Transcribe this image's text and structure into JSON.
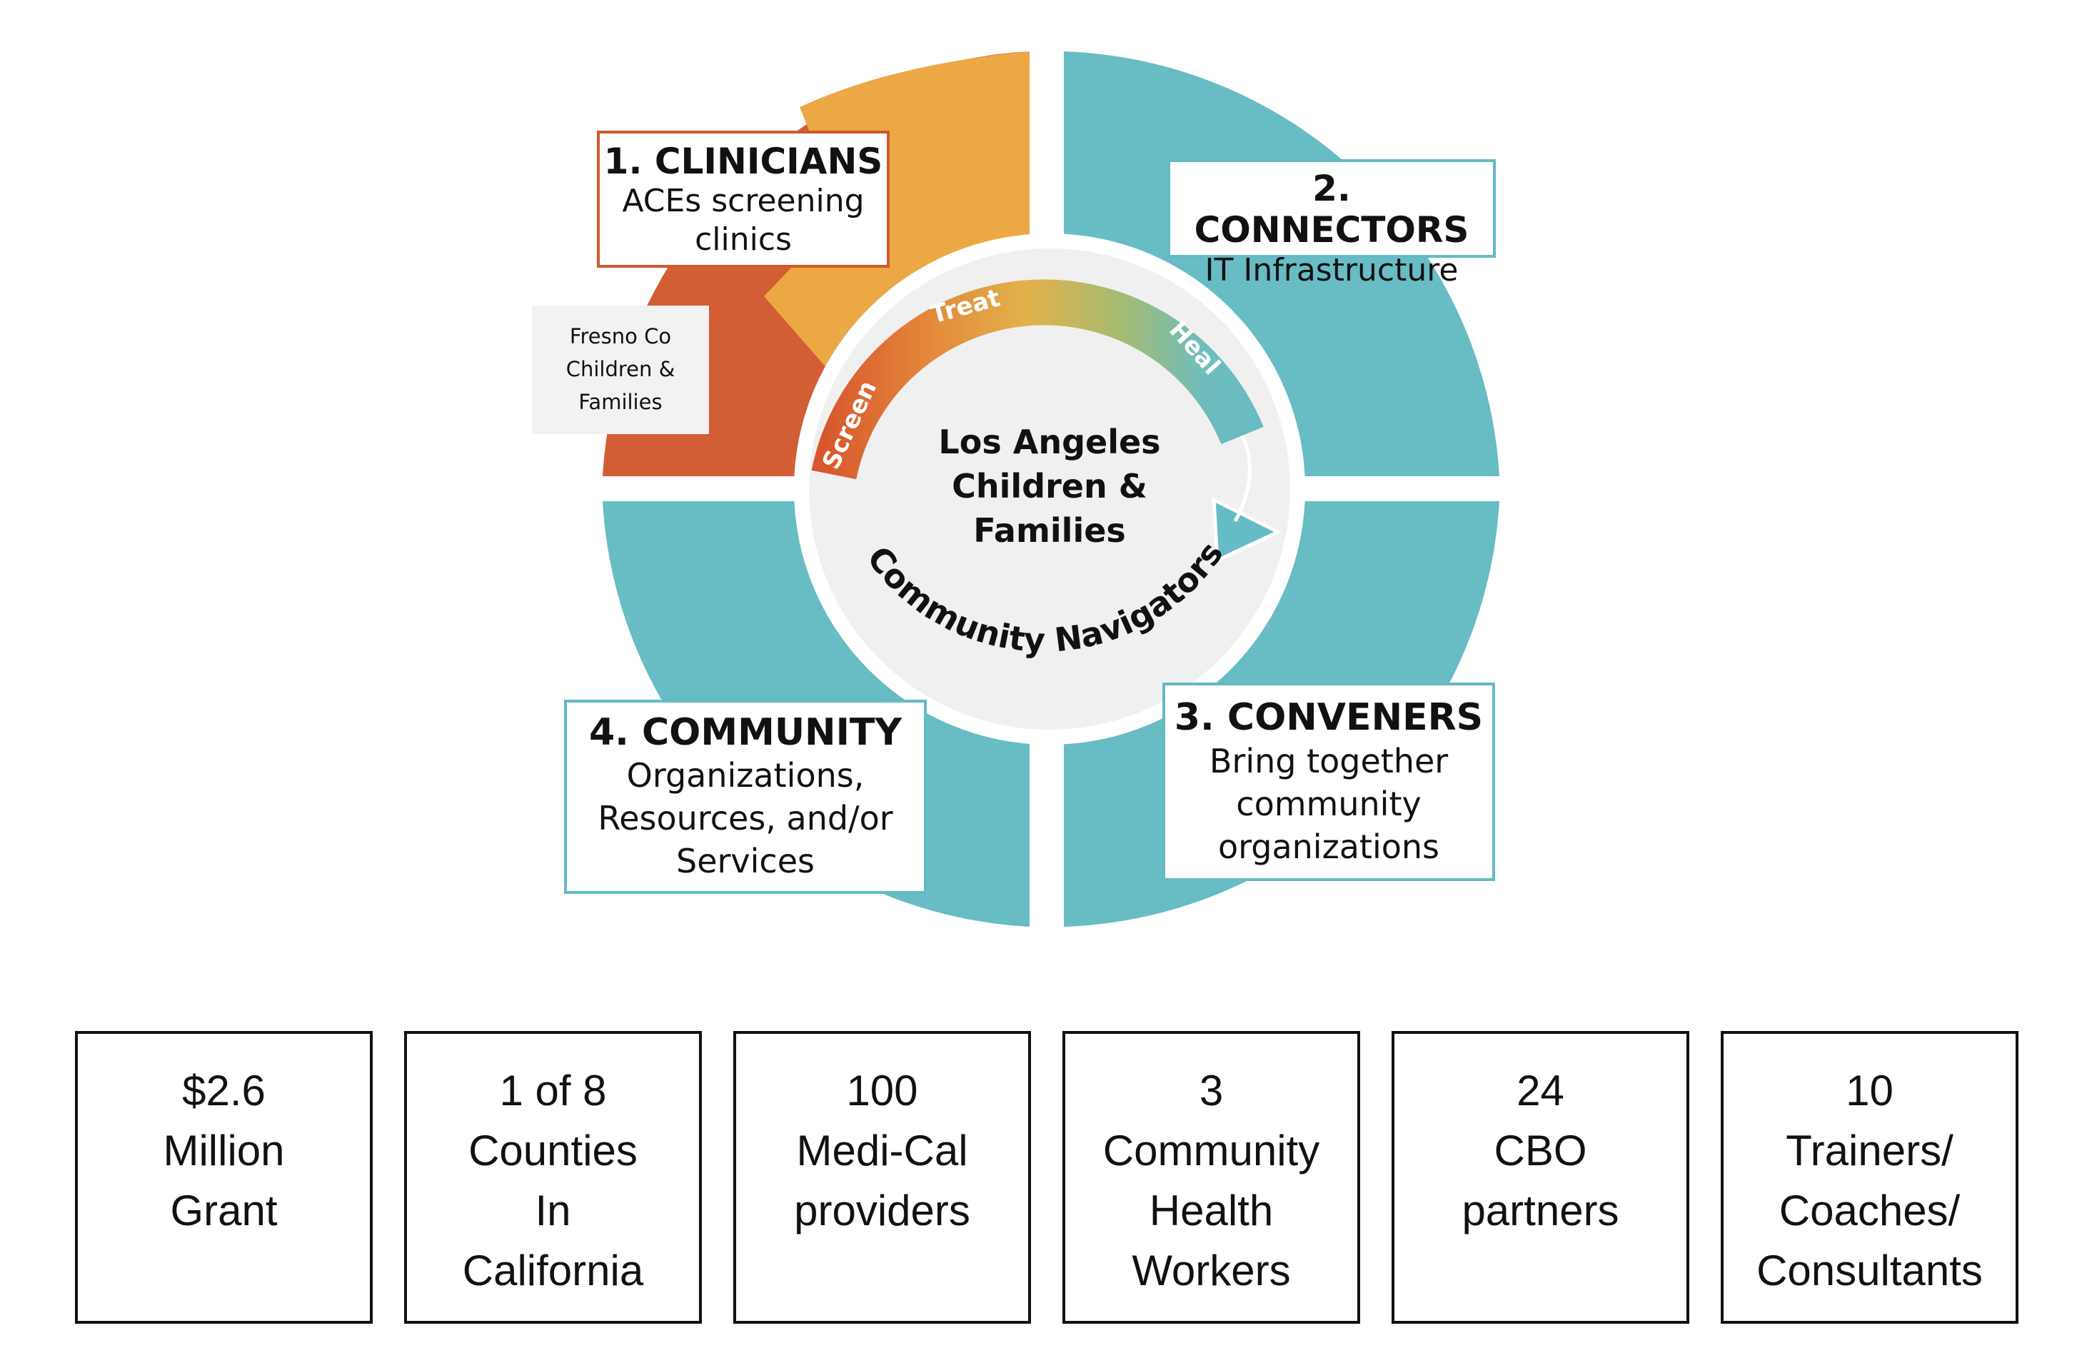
{
  "colors": {
    "orange_light": "#eca845",
    "orange_dark": "#d15e35",
    "teal": "#68bcc4",
    "center": "#f0f0f0"
  },
  "diagram": {
    "center_lines": [
      "Los Angeles",
      "Children &",
      "Families"
    ],
    "arc_labels": {
      "screen": "Screen",
      "treat": "Treat",
      "heal": "Heal"
    },
    "ring_label": "Community Navigators",
    "clinicians": {
      "title": "1. CLINICIANS",
      "lines": [
        "ACEs screening",
        "clinics"
      ]
    },
    "connectors": {
      "title": "2. CONNECTORS",
      "lines": [
        "IT Infrastructure"
      ]
    },
    "conveners": {
      "title": "3. CONVENERS",
      "lines": [
        "Bring together",
        "community",
        "organizations"
      ]
    },
    "community": {
      "title": "4. COMMUNITY",
      "lines": [
        "Organizations,",
        "Resources, and/or",
        "Services"
      ]
    },
    "fresno_lines": [
      "Fresno Co",
      "Children &",
      "Families"
    ]
  },
  "stats": [
    {
      "lines": [
        "$2.6",
        "Million",
        "Grant"
      ]
    },
    {
      "lines": [
        "1 of 8",
        "Counties",
        "In",
        "California"
      ]
    },
    {
      "lines": [
        "100",
        "Medi-Cal",
        "providers"
      ]
    },
    {
      "lines": [
        "3",
        "Community",
        "Health",
        "Workers"
      ]
    },
    {
      "lines": [
        "24",
        "CBO",
        "partners"
      ]
    },
    {
      "lines": [
        "10",
        "Trainers/",
        "Coaches/",
        "Consultants"
      ]
    }
  ]
}
